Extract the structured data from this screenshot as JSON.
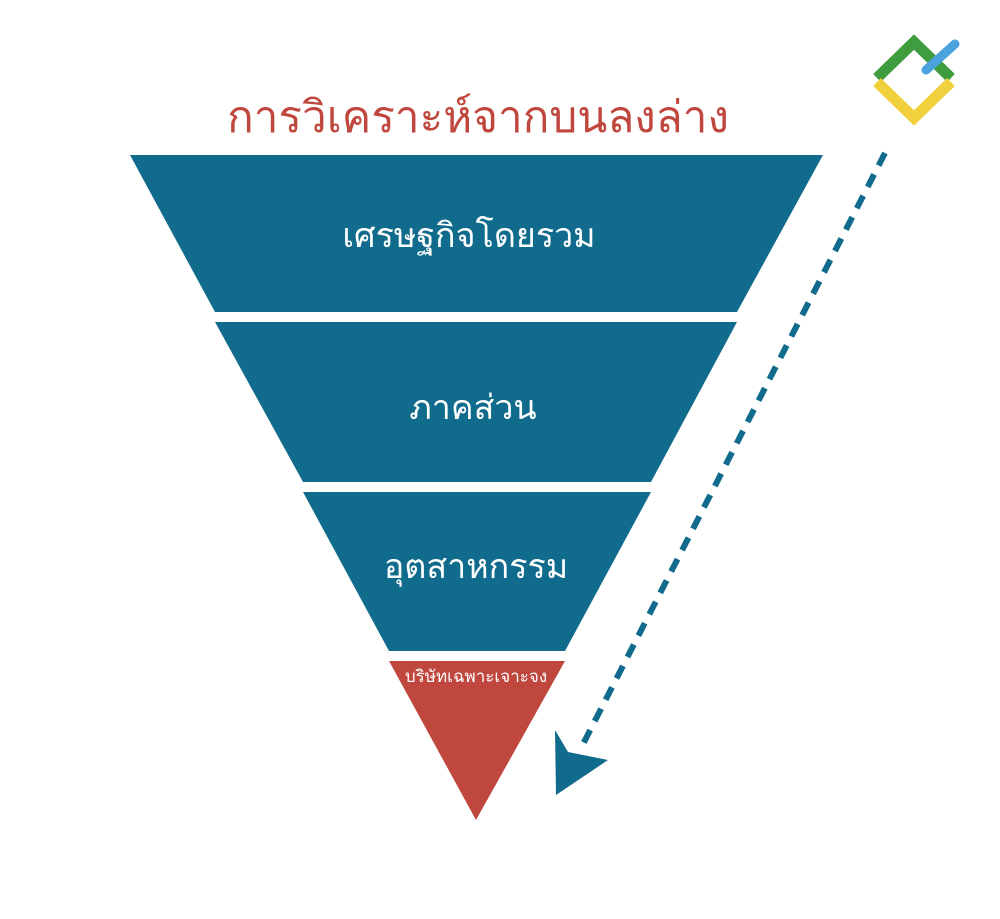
{
  "title": "การวิเคราะห์จากบนลงล่าง",
  "levels": [
    {
      "label": "เศรษฐกิจโดยรวม"
    },
    {
      "label": "ภาคส่วน"
    },
    {
      "label": "อุตสาหกรรม"
    },
    {
      "label": "บริษัทเฉพาะเจาะจง"
    }
  ],
  "colors": {
    "title": "#c0473d",
    "level_fill": "#106b8c",
    "bottom_fill": "#c0473d",
    "label_text": "#ffffff",
    "arrow": "#106b8c",
    "logo_green": "#3f9c3f",
    "logo_yellow": "#f0d03c",
    "logo_blue": "#4aa3df"
  },
  "icons": {
    "logo": "brand-logo-icon",
    "arrow": "dashed-down-arrow-icon"
  }
}
